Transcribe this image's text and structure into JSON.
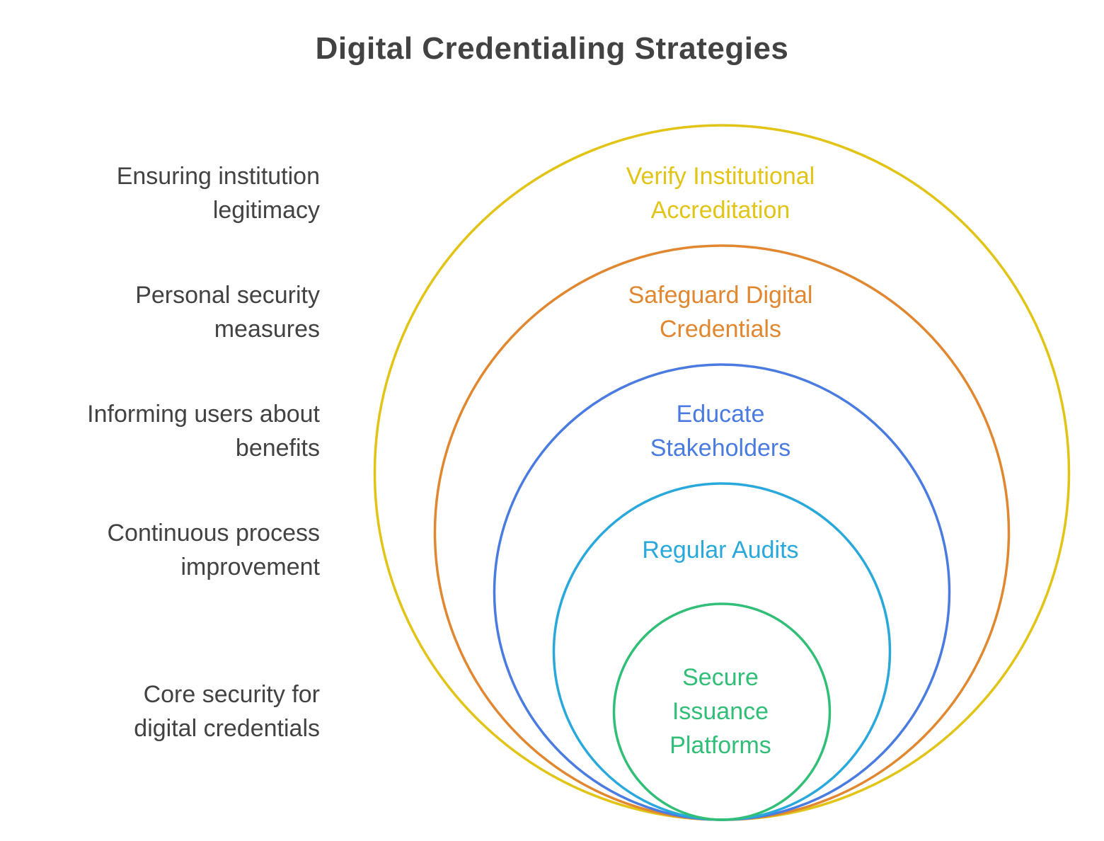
{
  "title": "Digital Credentialing Strategies",
  "colors": {
    "text": "#424242",
    "background": "#FFFFFF"
  },
  "rings": [
    {
      "id": "verify-institutional-accreditation",
      "label": "Verify Institutional\nAccreditation",
      "description": "Ensuring institution\nlegitimacy",
      "color": "#E2C417"
    },
    {
      "id": "safeguard-digital-credentials",
      "label": "Safeguard Digital\nCredentials",
      "description": "Personal security\nmeasures",
      "color": "#E08730"
    },
    {
      "id": "educate-stakeholders",
      "label": "Educate\nStakeholders",
      "description": "Informing users about\nbenefits",
      "color": "#4A7BE0"
    },
    {
      "id": "regular-audits",
      "label": "Regular Audits",
      "description": "Continuous process\nimprovement",
      "color": "#29A8DC"
    },
    {
      "id": "secure-issuance-platforms",
      "label": "Secure\nIssuance\nPlatforms",
      "description": "Core security for\ndigital credentials",
      "color": "#31BF77"
    }
  ]
}
